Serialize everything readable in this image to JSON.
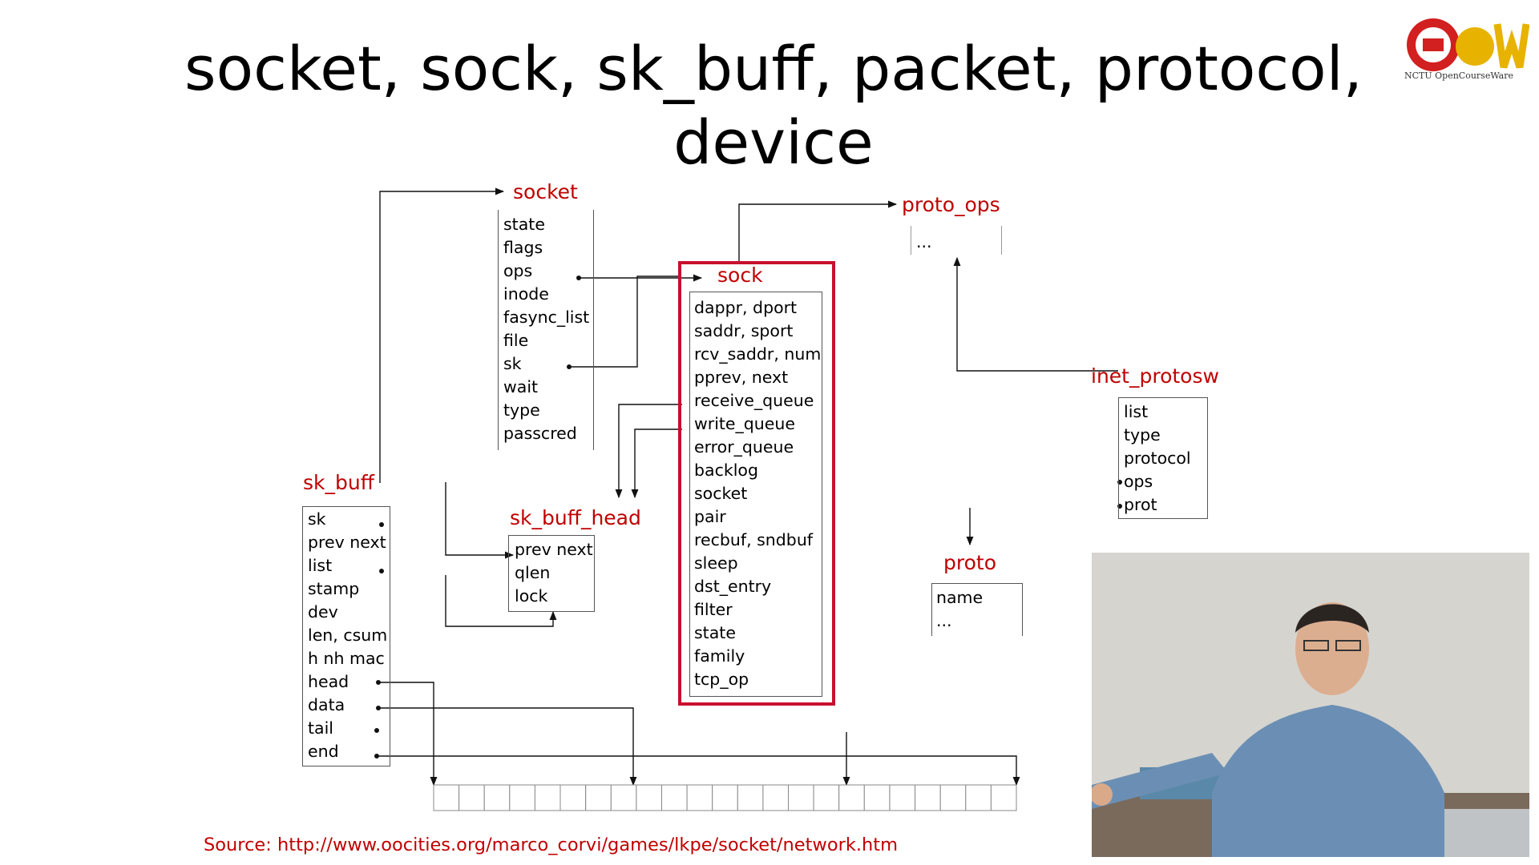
{
  "slide": {
    "title_line1": "socket, sock, sk_buff, packet, protocol,",
    "title_line2": "device",
    "source_text": "Source: http://www.oocities.org/marco_corvi/games/lkpe/socket/network.htm"
  },
  "logo": {
    "icon": "ocw-logo-icon",
    "caption": "NCTU OpenCourseWare"
  },
  "structs": {
    "socket": {
      "name": "socket",
      "fields": [
        "state",
        "flags",
        "ops",
        "inode",
        "fasync_list",
        "file",
        "sk",
        "wait",
        "type",
        "passcred"
      ]
    },
    "sock": {
      "name": "sock",
      "fields": [
        "dappr, dport",
        "saddr, sport",
        "rcv_saddr, num",
        "pprev, next",
        "receive_queue",
        "write_queue",
        "error_queue",
        "backlog",
        "socket",
        "pair",
        "recbuf, sndbuf",
        "sleep",
        "dst_entry",
        "filter",
        "state",
        "family",
        "tcp_op"
      ]
    },
    "sk_buff": {
      "name": "sk_buff",
      "fields": [
        "sk",
        "prev next",
        "list",
        "stamp",
        "dev",
        "len, csum",
        "h nh mac",
        "head",
        "data",
        "tail",
        "end"
      ]
    },
    "sk_buff_head": {
      "name": "sk_buff_head",
      "fields": [
        "prev next",
        "qlen",
        "lock"
      ]
    },
    "proto_ops": {
      "name": "proto_ops",
      "fields": [
        "..."
      ]
    },
    "inet_protosw": {
      "name": "inet_protosw",
      "fields": [
        "list",
        "type",
        "protocol",
        "ops",
        "prot"
      ]
    },
    "proto": {
      "name": "proto",
      "fields": [
        "name",
        "..."
      ]
    }
  },
  "packet_buffer": {
    "cells": 23
  },
  "colors": {
    "struct_title": "#c00000",
    "highlight_frame": "#c8102e",
    "wire": "#111111"
  }
}
